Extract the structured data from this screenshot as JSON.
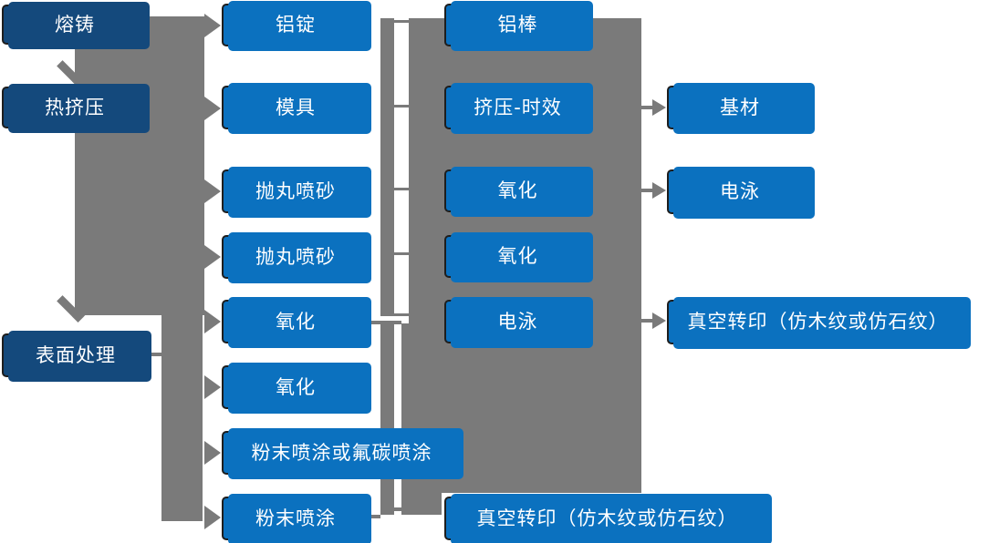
{
  "palette": {
    "process_box_blue": "#0b71bf",
    "stage_box_navy": "#14497c",
    "box_border_dark": "#1e1e1e",
    "connector_gray": "#7a7a7a",
    "text_white": "#ffffff",
    "background": "#ffffff"
  },
  "col1": [
    {
      "label": "熔铸"
    },
    {
      "label": "热挤压"
    },
    {
      "label": "表面处理"
    }
  ],
  "col2": [
    {
      "label": "铝锭"
    },
    {
      "label": "模具"
    },
    {
      "label": "抛丸喷砂"
    },
    {
      "label": "抛丸喷砂"
    },
    {
      "label": "氧化"
    },
    {
      "label": "氧化"
    },
    {
      "label": "粉末喷涂或氟碳喷涂"
    },
    {
      "label": "粉末喷涂"
    }
  ],
  "col3": [
    {
      "label": "铝棒"
    },
    {
      "label": "挤压-时效"
    },
    {
      "label": "氧化"
    },
    {
      "label": "氧化"
    },
    {
      "label": "电泳"
    },
    {
      "label": "真空转印（仿木纹或仿石纹）"
    }
  ],
  "col4": [
    {
      "label": "基材"
    },
    {
      "label": "电泳"
    },
    {
      "label": "真空转印（仿木纹或仿石纹）"
    }
  ]
}
